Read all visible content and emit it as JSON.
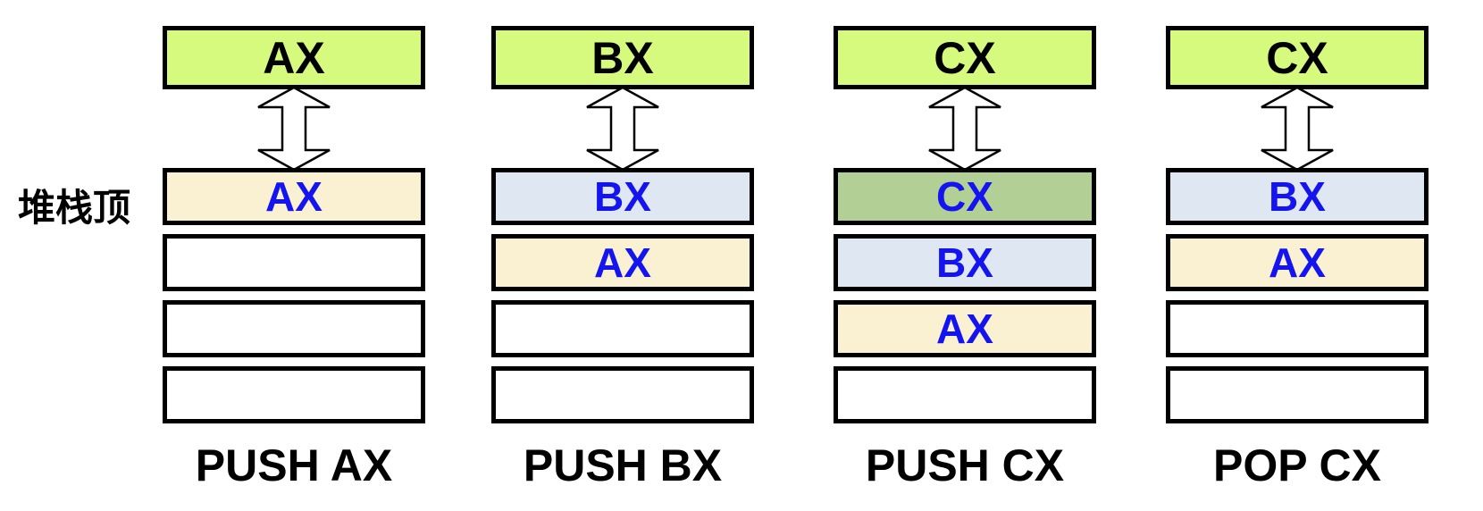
{
  "figure": {
    "stack_top_label": "堆栈顶",
    "colors": {
      "register_fill": "#d5fa7d",
      "ax_fill": "#faf0d2",
      "bx_fill": "#dfe8f2",
      "cx_fill": "#b2cf96",
      "empty_fill": "#ffffff",
      "value_text": "#1414f0",
      "border": "#000000",
      "background": "#ffffff"
    },
    "columns": [
      {
        "register": "AX",
        "caption": "PUSH AX",
        "stack": [
          {
            "value": "AX",
            "fill": "ax"
          },
          {
            "value": "",
            "fill": "empty"
          },
          {
            "value": "",
            "fill": "empty"
          },
          {
            "value": "",
            "fill": "empty"
          }
        ]
      },
      {
        "register": "BX",
        "caption": "PUSH BX",
        "stack": [
          {
            "value": "BX",
            "fill": "bx"
          },
          {
            "value": "AX",
            "fill": "ax"
          },
          {
            "value": "",
            "fill": "empty"
          },
          {
            "value": "",
            "fill": "empty"
          }
        ]
      },
      {
        "register": "CX",
        "caption": "PUSH CX",
        "stack": [
          {
            "value": "CX",
            "fill": "cx"
          },
          {
            "value": "BX",
            "fill": "bx"
          },
          {
            "value": "AX",
            "fill": "ax"
          },
          {
            "value": "",
            "fill": "empty"
          }
        ]
      },
      {
        "register": "CX",
        "caption": "POP CX",
        "stack": [
          {
            "value": "BX",
            "fill": "bx"
          },
          {
            "value": "AX",
            "fill": "ax"
          },
          {
            "value": "",
            "fill": "empty"
          },
          {
            "value": "",
            "fill": "empty"
          }
        ]
      }
    ]
  }
}
